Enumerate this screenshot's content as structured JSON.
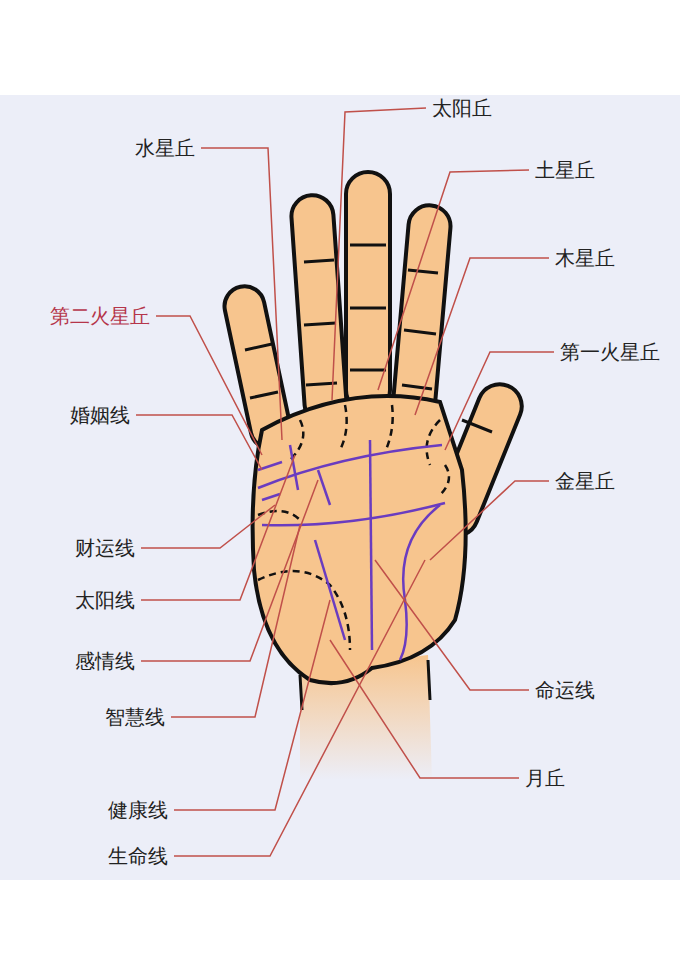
{
  "diagram": {
    "labels": [
      "太阳丘",
      "水星丘",
      "土星丘",
      "木星丘",
      "第二火星丘",
      "第一火星丘",
      "婚姻线",
      "金星丘",
      "财运线",
      "太阳线",
      "感情线",
      "智慧线",
      "命运线",
      "月丘",
      "健康线",
      "生命线"
    ]
  }
}
